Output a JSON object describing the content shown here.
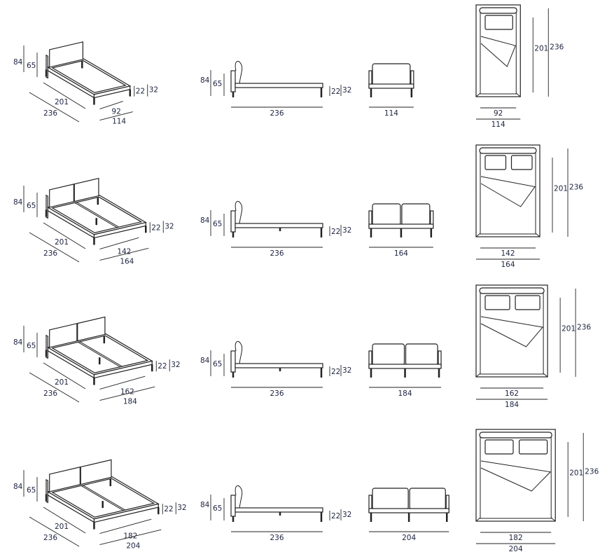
{
  "rows": [
    {
      "id": "single",
      "dims": {
        "h_total": "84",
        "h_head": "65",
        "len_inner": "201",
        "len_outer": "236",
        "leg": "22",
        "frame": "32",
        "w_inner": "92",
        "w_outer": "114"
      }
    },
    {
      "id": "double-160",
      "dims": {
        "h_total": "84",
        "h_head": "65",
        "len_inner": "201",
        "len_outer": "236",
        "leg": "22",
        "frame": "32",
        "w_inner": "142",
        "w_outer": "164"
      }
    },
    {
      "id": "double-180",
      "dims": {
        "h_total": "84",
        "h_head": "65",
        "len_inner": "201",
        "len_outer": "236",
        "leg": "22",
        "frame": "32",
        "w_inner": "162",
        "w_outer": "184"
      }
    },
    {
      "id": "double-200",
      "dims": {
        "h_total": "84",
        "h_head": "65",
        "len_inner": "201",
        "len_outer": "236",
        "leg": "22",
        "frame": "32",
        "w_inner": "182",
        "w_outer": "204"
      }
    }
  ],
  "colors": {
    "line": "#222222",
    "text": "#1d2340"
  }
}
